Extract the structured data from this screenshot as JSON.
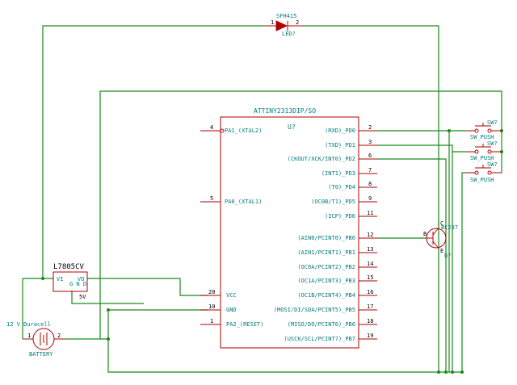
{
  "chip": {
    "name": "ATTINY2313DIP/SO",
    "ref": "U?",
    "left_pins": [
      {
        "num": "4",
        "label": "PA1_(XTAL2)"
      },
      {
        "num": "5",
        "label": "PA0_(XTAL1)"
      },
      {
        "num": "20",
        "label": "VCC"
      },
      {
        "num": "10",
        "label": "GND"
      },
      {
        "num": "1",
        "label": "PA2_(RESET)"
      }
    ],
    "right_pins": [
      {
        "num": "2",
        "label": "(RXD)_PD0"
      },
      {
        "num": "3",
        "label": "(TXD)_PD1"
      },
      {
        "num": "6",
        "label": "(CKOUT/XCK/INT0)_PD2"
      },
      {
        "num": "7",
        "label": "(INT1)_PD3"
      },
      {
        "num": "8",
        "label": "(T0)_PD4"
      },
      {
        "num": "9",
        "label": "(OC0B/T1)_PD5"
      },
      {
        "num": "11",
        "label": "(ICP)_PD6"
      },
      {
        "num": "12",
        "label": "(AIN0/PCINT0)_PB0"
      },
      {
        "num": "13",
        "label": "(AIN1/PCINT1)_PB1"
      },
      {
        "num": "14",
        "label": "(OC0A/PCINT2)_PB2"
      },
      {
        "num": "15",
        "label": "(OC1A/PCINT3)_PB3"
      },
      {
        "num": "16",
        "label": "(OC1B/PCINT4)_PB4"
      },
      {
        "num": "17",
        "label": "(MOSI/DI/SDA/PCINT5)_PB5"
      },
      {
        "num": "18",
        "label": "(MISO/DO/PCINT6)_PB6"
      },
      {
        "num": "19",
        "label": "(USCK/SCL/PCINT7)_PB7"
      }
    ]
  },
  "led": {
    "value": "SFH415",
    "ref": "LED?",
    "pin1": "1",
    "pin2": "2"
  },
  "regulator": {
    "name": "L7805CV",
    "vi": "VI",
    "vo": "VO",
    "gnd": "G N D",
    "output": "5V"
  },
  "battery": {
    "value": "12 V Duracell",
    "ref": "BATTERY",
    "pin1": "1",
    "pin2": "2"
  },
  "transistor": {
    "value": "BC237",
    "ref": "Q?",
    "b": "B",
    "c": "C",
    "e": "E"
  },
  "switches": [
    {
      "ref": "SW?",
      "value": "SW_PUSH"
    },
    {
      "ref": "SW?",
      "value": "SW_PUSH"
    },
    {
      "ref": "SW?",
      "value": "SW_PUSH"
    }
  ]
}
